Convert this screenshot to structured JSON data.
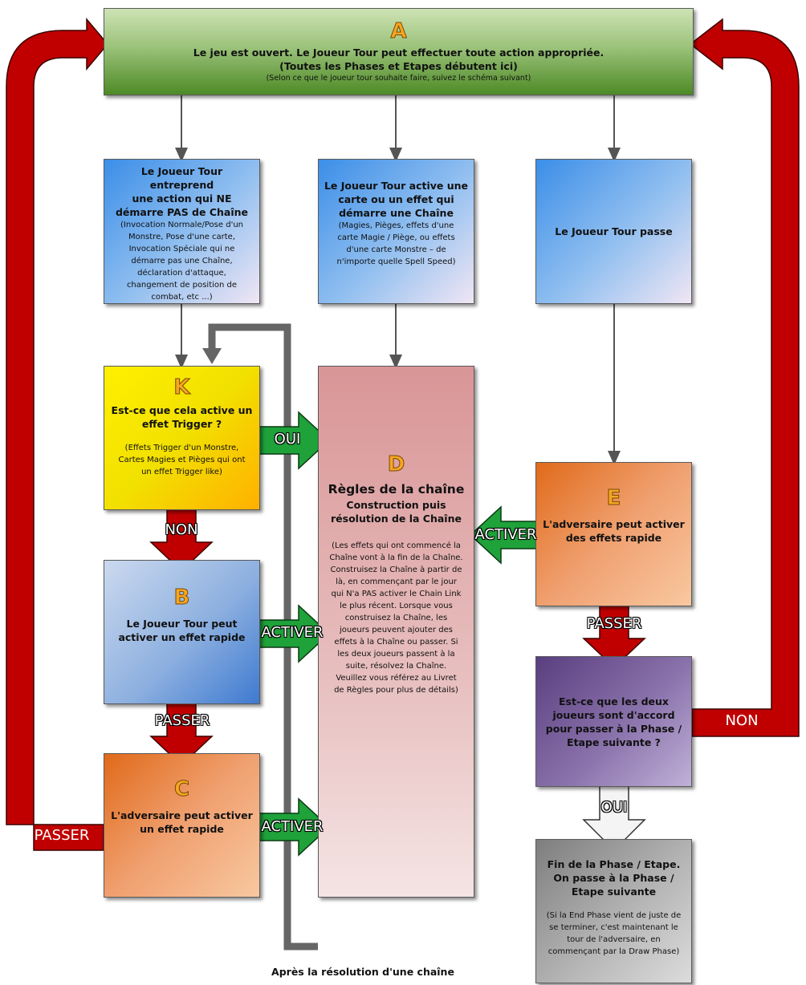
{
  "box_a": {
    "letter": "A",
    "line1": "Le jeu est ouvert. Le Joueur Tour peut effectuer toute action appropriée.",
    "line2": "(Toutes les Phases et Etapes débutent ici)",
    "line3": "(Selon ce que le joueur tour souhaite faire, suivez le schéma suivant)"
  },
  "box_action": {
    "title1": "Le Joueur Tour entreprend",
    "title2": "une action qui NE",
    "title3": "démarre PAS de Chaîne",
    "d1": "(Invocation Normale/Pose d'un",
    "d2": "Monstre, Pose d'une carte,",
    "d3": "Invocation Spéciale qui ne",
    "d4": "démarre pas une Chaîne,",
    "d5": "déclaration d'attaque,",
    "d6": "changement de position de",
    "d7": "combat, etc ...)"
  },
  "box_chain": {
    "title1": "Le Joueur Tour active une",
    "title2": "carte ou un effet qui",
    "title3": "démarre une Chaîne",
    "d1": "(Magies, Pièges, effets d'une",
    "d2": "carte Magie / Piège, ou effets",
    "d3": "d'une carte Monstre – de",
    "d4": "n'importe quelle  Spell Speed)"
  },
  "box_pass": {
    "title": "Le Joueur Tour passe"
  },
  "box_k": {
    "letter": "K",
    "title1": "Est-ce que cela active un",
    "title2": "effet Trigger ?",
    "d1": "(Effets Trigger d'un Monstre,",
    "d2": "Cartes Magies et Pièges qui ont",
    "d3": "un effet Trigger like)"
  },
  "box_b": {
    "letter": "B",
    "title1": "Le Joueur Tour peut",
    "title2": "activer un effet rapide"
  },
  "box_c": {
    "letter": "C",
    "title1": "L'adversaire peut activer",
    "title2": "un effet rapide"
  },
  "box_d": {
    "letter": "D",
    "title": "Règles de la chaîne",
    "sub1": "Construction puis",
    "sub2": "résolution de la Chaîne",
    "d1": "(Les effets qui ont commencé la",
    "d2": "Chaîne vont à la fin de la Chaîne.",
    "d3": "Construisez la Chaîne à partir de",
    "d4": "là, en commençant par le jour",
    "d5": "qui N'a PAS activer le Chain Link",
    "d6": "le plus récent. Lorsque vous",
    "d7": "construisez la Chaîne, les",
    "d8": "joueurs peuvent ajouter des",
    "d9": "effets à la Chaîne ou passer. Si",
    "d10": "les deux joueurs passent à la",
    "d11": "suite, résolvez la Chaîne.",
    "d12": "Veuillez vous référez au Livret",
    "d13": "de Règles pour plus de détails)"
  },
  "box_e": {
    "letter": "E",
    "title1": "L'adversaire peut activer",
    "title2": "des effets rapide"
  },
  "box_agree": {
    "t1": "Est-ce que les deux",
    "t2": "joueurs sont d'accord",
    "t3": "pour passer à la Phase /",
    "t4": "Etape suivante ?"
  },
  "box_end": {
    "t1": "Fin de la Phase / Etape.",
    "t2": "On passe à la Phase /",
    "t3": "Etape suivante",
    "d1": "(Si la End Phase vient de juste de",
    "d2": "se terminer, c'est maintenant le",
    "d3": "tour de l'adversaire, en",
    "d4": "commençant par la Draw Phase)"
  },
  "arrows": {
    "k_to_d": "OUI",
    "k_to_b": "NON",
    "b_to_d": "ACTIVER",
    "b_to_c": "PASSER",
    "c_to_d": "ACTIVER",
    "c_to_a": "PASSER",
    "e_to_d": "ACTIVER",
    "e_to_agree": "PASSER",
    "agree_to_a": "NON",
    "agree_to_end": "OUI"
  },
  "caption": "Après la résolution d'une chaîne",
  "colors": {
    "red_arrow": "#c00000",
    "green_arrow": "#1fa23a",
    "letter": "#f5a623"
  }
}
